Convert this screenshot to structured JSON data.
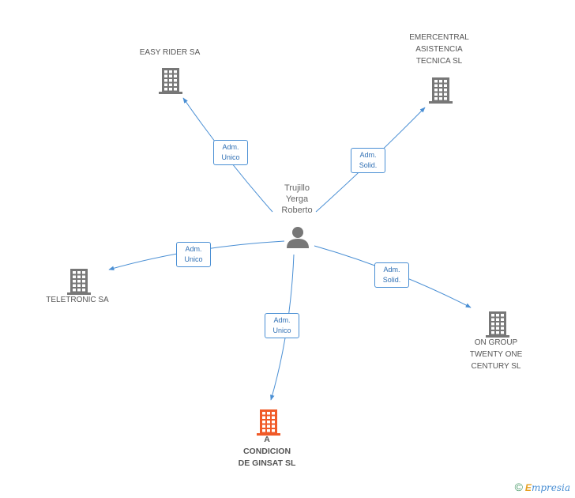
{
  "colors": {
    "edge": "#4a8fd4",
    "company_icon": "#777777",
    "highlight_icon": "#f05a28",
    "person_icon": "#777777"
  },
  "center": {
    "name_lines": [
      "Trujillo",
      "Yerga",
      "Roberto"
    ],
    "icon": "person-icon"
  },
  "companies": [
    {
      "id": "easy-rider",
      "lines": [
        "EASY RIDER SA"
      ],
      "icon": "building-icon",
      "highlight": false
    },
    {
      "id": "emercentral",
      "lines": [
        "EMERCENTRAL",
        "ASISTENCIA",
        "TECNICA SL"
      ],
      "icon": "building-icon",
      "highlight": false
    },
    {
      "id": "teletronic",
      "lines": [
        "TELETRONIC SA"
      ],
      "icon": "building-icon",
      "highlight": false
    },
    {
      "id": "on-group",
      "lines": [
        "ON GROUP",
        "TWENTY ONE",
        "CENTURY SL"
      ],
      "icon": "building-icon",
      "highlight": false
    },
    {
      "id": "a-condicion",
      "lines": [
        "A",
        "CONDICION",
        "DE GINSAT SL"
      ],
      "icon": "building-icon",
      "highlight": true
    }
  ],
  "edges": [
    {
      "to": "easy-rider",
      "label": [
        "Adm.",
        "Unico"
      ]
    },
    {
      "to": "emercentral",
      "label": [
        "Adm.",
        "Solid."
      ]
    },
    {
      "to": "teletronic",
      "label": [
        "Adm.",
        "Unico"
      ]
    },
    {
      "to": "on-group",
      "label": [
        "Adm.",
        "Solid."
      ]
    },
    {
      "to": "a-condicion",
      "label": [
        "Adm.",
        "Unico"
      ]
    }
  ],
  "footer": {
    "copyright": "©",
    "brand_first": "E",
    "brand_rest": "mpresia"
  }
}
